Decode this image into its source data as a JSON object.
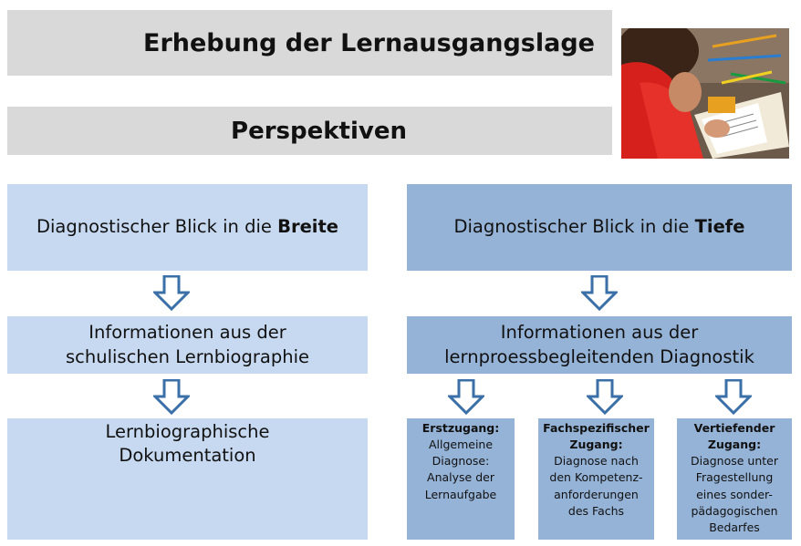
{
  "title": "Erhebung der Lernausgangslage",
  "subtitle": "Perspektiven",
  "left": {
    "header_prefix": "Diagnostischer Blick in die ",
    "header_bold": "Breite",
    "info_line1": "Informationen aus der",
    "info_line2": "schulischen Lernbiographie",
    "doc_line1": "Lernbiographische",
    "doc_line2": "Dokumentation"
  },
  "right": {
    "header_prefix": "Diagnostischer Blick in die ",
    "header_bold": "Tiefe",
    "info_line1": "Informationen aus der",
    "info_line2": "lernproessbegleitenden Diagnostik",
    "boxes": [
      {
        "title_lines": [
          "Erstzugang:"
        ],
        "body_lines": [
          "Allgemeine",
          "Diagnose:",
          "Analyse der",
          "Lernaufgabe"
        ]
      },
      {
        "title_lines": [
          "Fachspezifischer",
          "Zugang:"
        ],
        "body_lines": [
          "Diagnose nach",
          "den Kompetenz-",
          "anforderungen",
          "des Fachs"
        ]
      },
      {
        "title_lines": [
          "Vertiefender",
          "Zugang:"
        ],
        "body_lines": [
          "Diagnose unter",
          "Fragestellung",
          "eines sonder-",
          "pädagogischen",
          "Bedarfes"
        ]
      }
    ]
  },
  "colors": {
    "light_box": "#c6d9f1",
    "mid_box": "#95b3d7",
    "arrow_stroke": "#3a6fa8",
    "arrow_fill": "#ffffff",
    "bar": "#d9d9d9"
  }
}
